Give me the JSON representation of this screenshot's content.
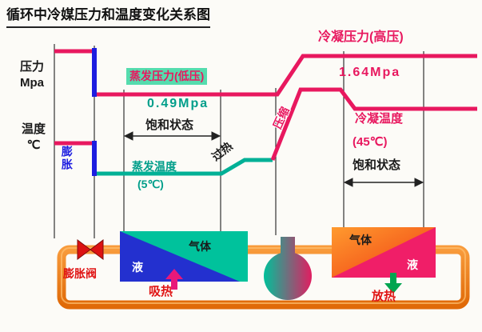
{
  "title": "循环中冷媒压力和温度变化关系图",
  "axes": {
    "pressure": "压力\nMpa",
    "temperature": "温度\n℃"
  },
  "graph": {
    "condensing_pressure_label": "冷凝压力(高压)",
    "condensing_pressure_value": "1.64Mpa",
    "evaporating_pressure_label": "蒸发压力(低压)",
    "evaporating_pressure_value": "0.49Mpa",
    "saturation_left": "饱和状态",
    "saturation_right": "饱和状态",
    "evaporating_temp_label": "蒸发温度",
    "evaporating_temp_value": "(5℃)",
    "condensing_temp_label": "冷凝温度",
    "condensing_temp_value": "(45℃)",
    "superheat_label": "过热",
    "compression_label": "压缩",
    "expansion_label": "膨胀"
  },
  "cycle": {
    "expansion_valve_label": "膨胀阀",
    "evaporator": {
      "gas": "气体",
      "liquid": "液",
      "heat": "吸热"
    },
    "condenser": {
      "gas": "气体",
      "liquid": "液",
      "heat": "放热"
    }
  },
  "colors": {
    "magenta_line": "#e8185f",
    "teal_line": "#00b096",
    "blue_expansion": "#1d1de0",
    "pipe_orange": "#ef7d1a",
    "evaporator_fill": "#00c29c",
    "liquid_blue": "#2330cf",
    "condenser_fill": "#f01e68",
    "hot_gas_orange": "#ff9a2e",
    "heat_in_arrow": "#e8187a",
    "heat_out_arrow": "#00a550",
    "valve_red": "#dc1212"
  }
}
